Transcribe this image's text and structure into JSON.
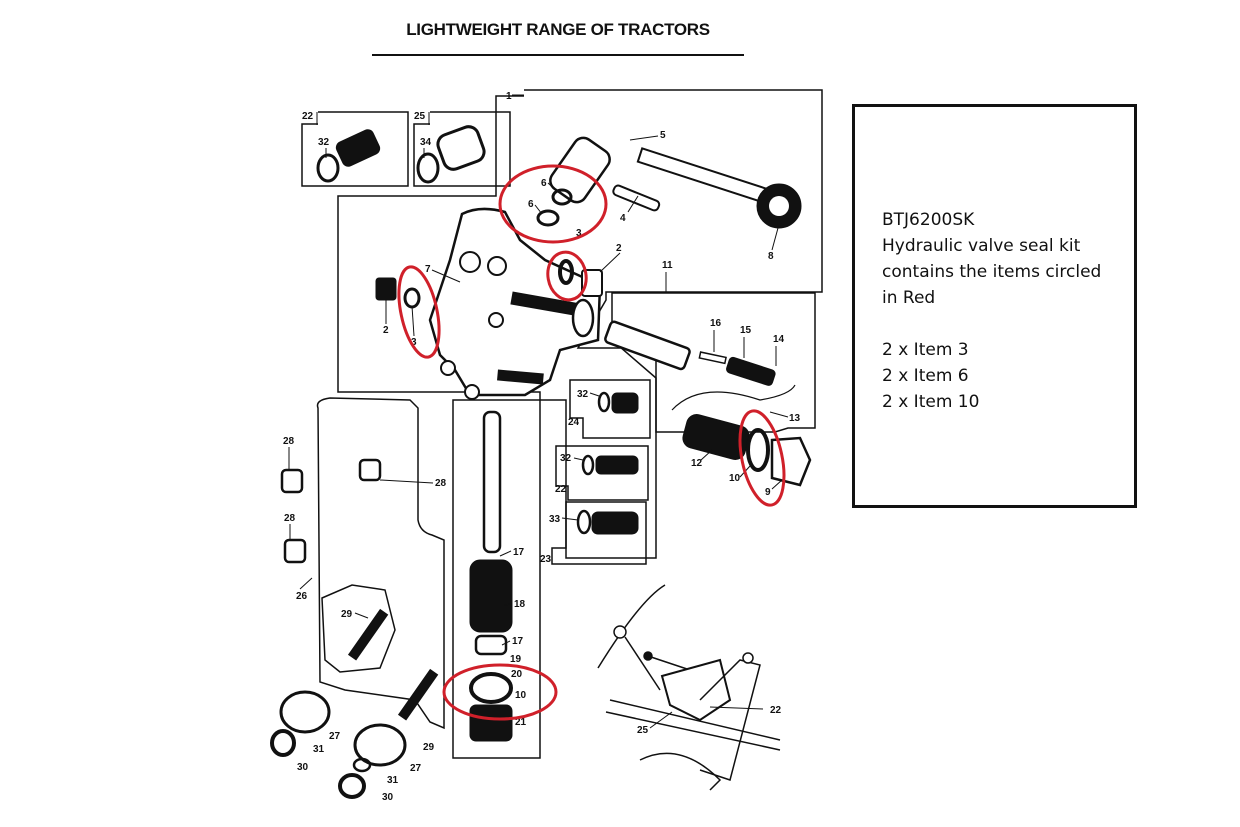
{
  "header": {
    "title": "LIGHTWEIGHT RANGE OF TRACTORS"
  },
  "kit_info": {
    "part_number": "BTJ6200SK",
    "description_lines": [
      "Hydraulic valve seal kit",
      "contains the items circled",
      "in Red"
    ],
    "items": [
      "2 x Item 3",
      "2 x Item 6",
      "2 x Item 10"
    ]
  },
  "highlight_color": "#d0202a",
  "diagram": {
    "callouts": {
      "c1": "1",
      "c2a": "2",
      "c2b": "2",
      "c3a": "3",
      "c3b": "3",
      "c4": "4",
      "c5": "5",
      "c6a": "6",
      "c6b": "6",
      "c7": "7",
      "c8": "8",
      "c9": "9",
      "c10a": "10",
      "c10b": "10",
      "c11": "11",
      "c12": "12",
      "c13": "13",
      "c14": "14",
      "c15": "15",
      "c16": "16",
      "c17a": "17",
      "c17b": "17",
      "c18": "18",
      "c19": "19",
      "c20": "20",
      "c21": "21",
      "c22a": "22",
      "c22b": "22",
      "c22c": "22",
      "c23": "23",
      "c24": "24",
      "c25a": "25",
      "c25b": "25",
      "c26": "26",
      "c27a": "27",
      "c27b": "27",
      "c28a": "28",
      "c28b": "28",
      "c28c": "28",
      "c29a": "29",
      "c29b": "29",
      "c30a": "30",
      "c30b": "30",
      "c31a": "31",
      "c31b": "31",
      "c32a": "32",
      "c32b": "32",
      "c32c": "32",
      "c33": "33",
      "c34": "34"
    }
  }
}
